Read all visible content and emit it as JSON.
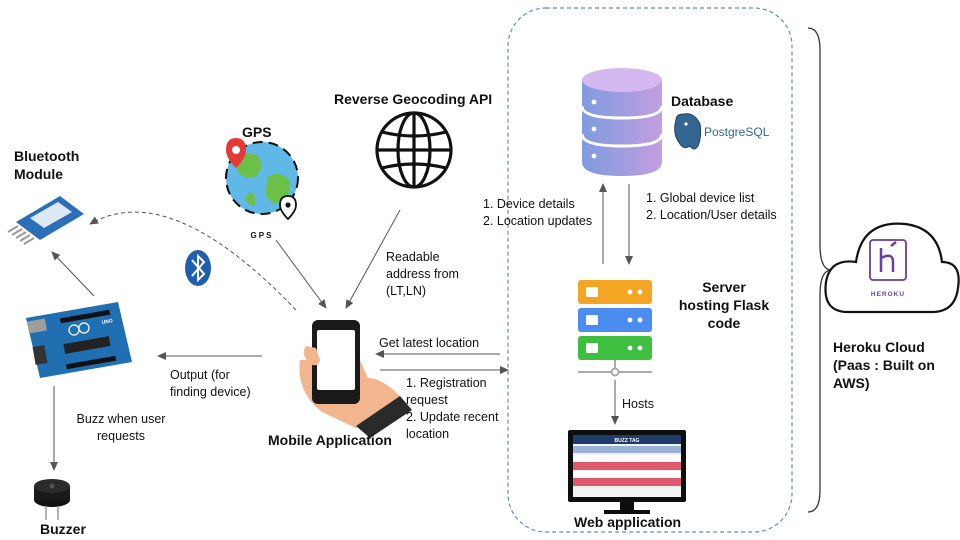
{
  "components": {
    "bluetooth_module": {
      "line1": "Bluetooth",
      "line2": "Module"
    },
    "gps": {
      "title": "GPS",
      "icon_caption": "GPS"
    },
    "geocoding_api": {
      "title": "Reverse Geocoding API"
    },
    "database": {
      "title": "Database",
      "logo_text": "PostgreSQL"
    },
    "server": {
      "line1": "Server",
      "line2": "hosting Flask",
      "line3": "code"
    },
    "heroku": {
      "line1": "Heroku Cloud",
      "line2": "(Paas : Built on",
      "line3": "AWS)",
      "logo_text": "HEROKU"
    },
    "mobile_app": {
      "title": "Mobile Application"
    },
    "web_app": {
      "title": "Web application",
      "screen_title": "BUZZ TAG"
    },
    "buzzer": {
      "title": "Buzzer"
    },
    "arduino": {
      "board_text": "UNO"
    }
  },
  "edges": {
    "readable_address": {
      "line1": "Readable",
      "line2": "address from",
      "line3": "(LT,LN)"
    },
    "get_latest_location": {
      "text": "Get latest location"
    },
    "registration": {
      "line1": "1. Registration",
      "line2": "request",
      "line3": "2. Update recent",
      "line4": "location"
    },
    "device_updates": {
      "line1": "1. Device details",
      "line2": "2. Location updates"
    },
    "global_list": {
      "line1": "1. Global device list",
      "line2": "2. Location/User details"
    },
    "hosts": {
      "text": "Hosts"
    },
    "output": {
      "line1": "Output (for",
      "line2": "finding device)"
    },
    "buzz": {
      "line1": "Buzz when user",
      "line2": "requests"
    }
  },
  "colors": {
    "database_purple": "#b79ce0",
    "database_blue": "#6f8fd8",
    "server_orange": "#f5a524",
    "server_blue": "#4a8cf0",
    "server_green": "#3fbf3f",
    "heroku_purple": "#6a3fa0",
    "bluetooth_blue": "#1f5fae",
    "arduino_blue": "#1f6fb2",
    "dashed_border": "#5a8cc8"
  }
}
